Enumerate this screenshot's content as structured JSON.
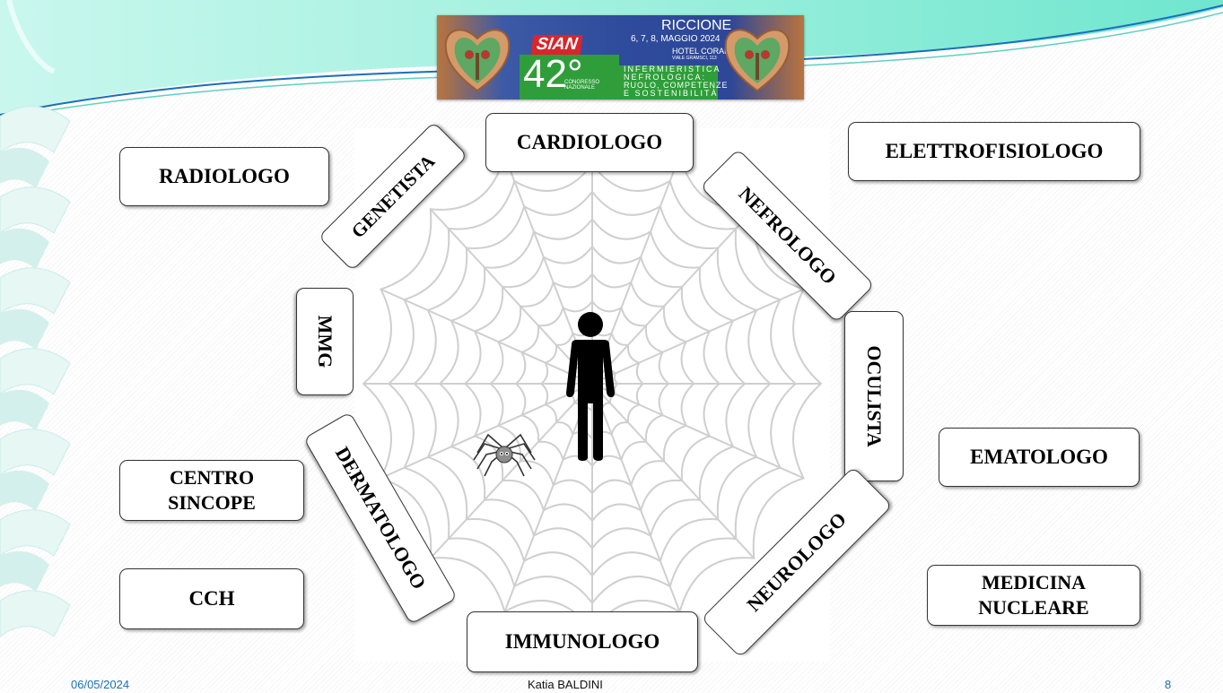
{
  "banner": {
    "logo": "SIAN",
    "edition": "42°",
    "edition_sub": "CONGRESSO NAZIONALE",
    "city": "RICCIONE",
    "dates": "6, 7, 8, MAGGIO 2024",
    "venue": "HOTEL CORALLO",
    "address": "VIALE GRAMSCI, 113",
    "theme": [
      "INFERMIERISTICA",
      "NEFROLOGICA:",
      "RUOLO, COMPETENZE",
      "E SOSTENIBILITÀ"
    ]
  },
  "web_labels": {
    "cardiologo": "CARDIOLOGO",
    "nefrologo": "NEFROLOGO",
    "oculista": "OCULISTA",
    "neurologo": "NEUROLOGO",
    "immunologo": "IMMUNOLOGO",
    "dermatologo": "DERMATOLOGO",
    "mmg": "MMG",
    "genetista": "GENETISTA"
  },
  "outer_labels": {
    "radiologo": "RADIOLOGO",
    "elettrofisiologo": "ELETTROFISIOLOGO",
    "ematologo": "EMATOLOGO",
    "centro_sincope": [
      "CENTRO",
      "SINCOPE"
    ],
    "cch": "CCH",
    "medicina_nucleare": [
      "MEDICINA",
      "NUCLEARE"
    ]
  },
  "footer": {
    "date": "06/05/2024",
    "author": "Katia BALDINI",
    "page": "8"
  },
  "colors": {
    "accent_blue": "#1b6fb6",
    "wave_teal": "#7fe8d2",
    "web_line": "#c8c8c8"
  },
  "icons": [
    "person-icon",
    "spider-icon",
    "spider-web"
  ]
}
